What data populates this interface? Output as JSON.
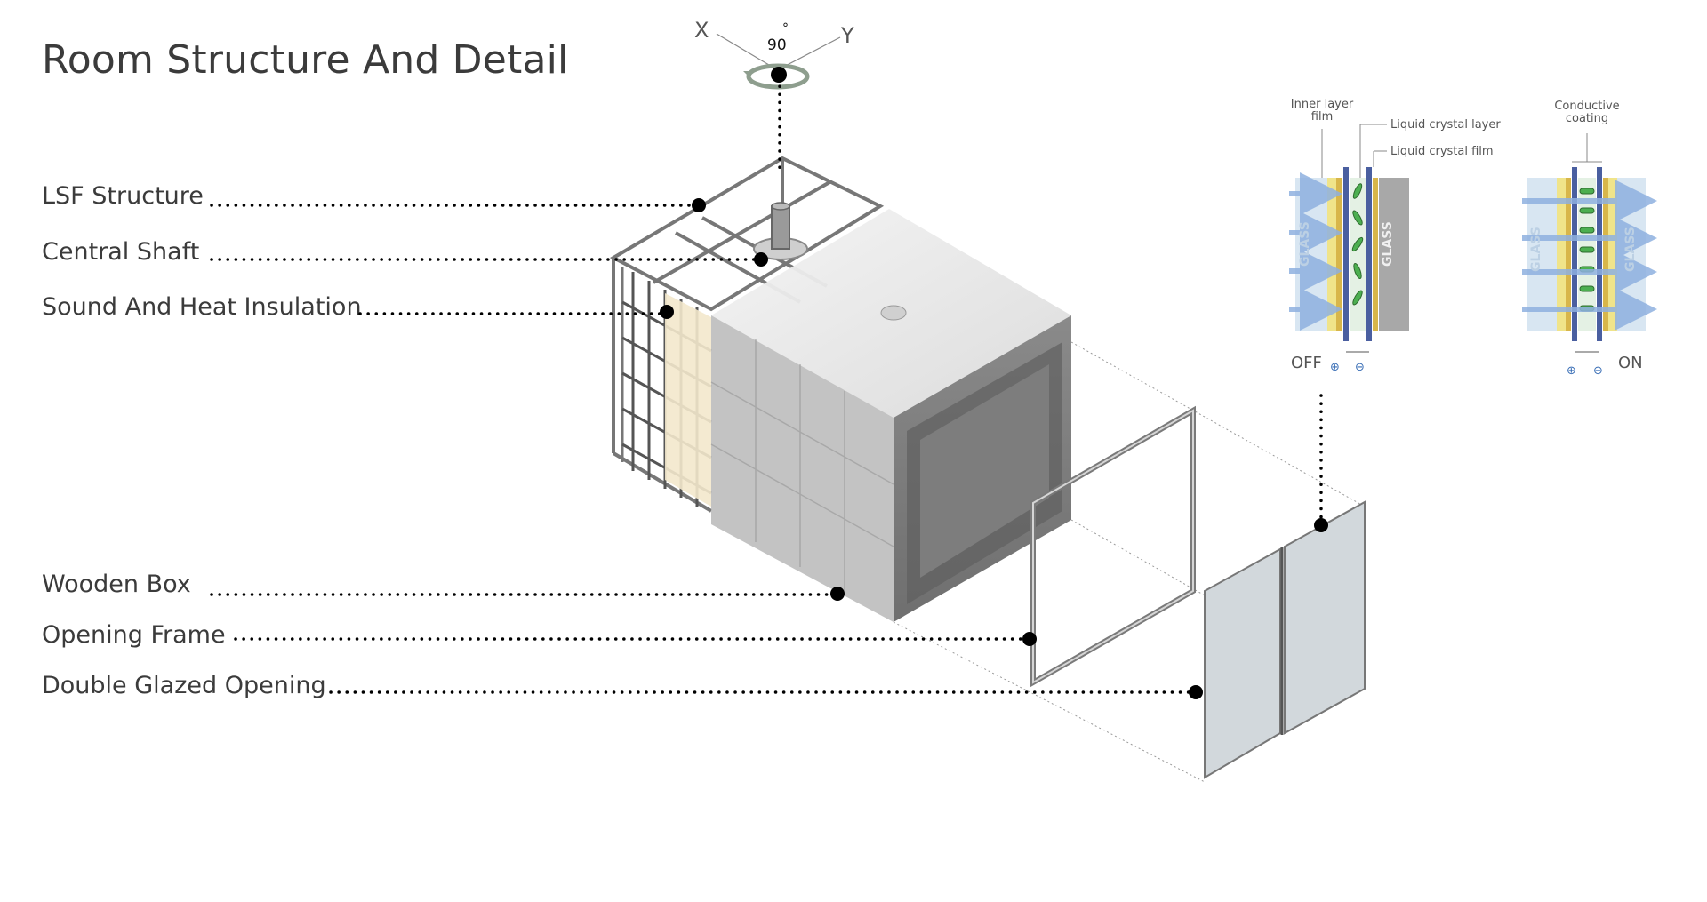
{
  "title": "Room Structure And Detail",
  "labels": {
    "lsf": "LSF Structure",
    "shaft": "Central Shaft",
    "insulation": "Sound And Heat Insulation",
    "wooden_box": "Wooden Box",
    "opening_frame": "Opening Frame",
    "double_glazed": "Double Glazed Opening"
  },
  "rotation": {
    "axis_x": "X",
    "axis_y": "Y",
    "angle": "90",
    "degree_symbol": "°"
  },
  "glass_detail": {
    "inner_layer_film": [
      "Inner layer",
      "film"
    ],
    "liquid_crystal_layer": "Liquid crystal layer",
    "liquid_crystal_film": "Liquid crystal film",
    "conductive_coating": [
      "Conductive",
      "coating"
    ],
    "glass_text": "GLASS",
    "off_label": "OFF",
    "on_label": "ON",
    "plus_sign": "⊕",
    "minus_sign": "⊖"
  },
  "colors": {
    "leader": "#000000",
    "box_top": "#e6e6e6",
    "box_front": "#7a7a7a",
    "box_side": "#5e5e5e",
    "insulation": "#f3e8cc",
    "glass": "#d2d8dc",
    "arrow_blue": "#8fb1e0",
    "crystal_green": "#4caf50",
    "gold": "#d8b64a"
  }
}
